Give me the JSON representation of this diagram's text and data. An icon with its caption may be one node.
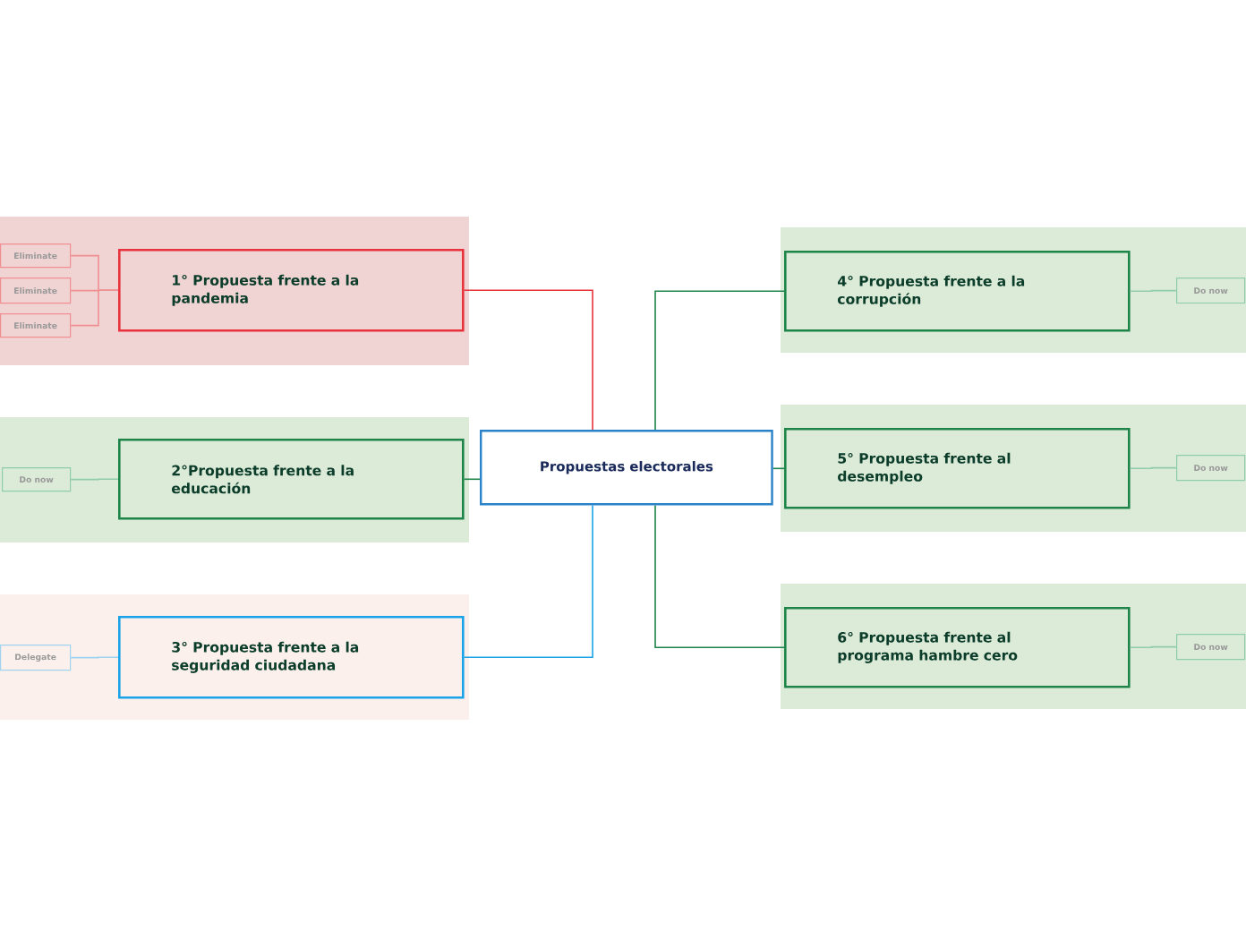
{
  "diagram": {
    "nodes": [
      {
        "text": [
          "Propuestas electorales"
        ]
      },
      {
        "text": [
          "1° Propuesta frente a la pandemia"
        ]
      },
      {
        "text": [
          "2°Propuesta frente a la educación"
        ]
      },
      {
        "text": [
          "3° Propuesta frente a la seguridad ciudadana"
        ]
      },
      {
        "text": [
          "4° Propuesta frente a la corrupción"
        ]
      },
      {
        "text": [
          "5° Propuesta frente al desempleo"
        ]
      },
      {
        "text": [
          "6° Propuesta frente al programa hambre cero"
        ]
      },
      {
        "text": [
          "Eliminate"
        ]
      },
      {
        "text": [
          "Eliminate"
        ]
      },
      {
        "text": [
          "Eliminate"
        ]
      },
      {
        "text": [
          "Do now"
        ]
      },
      {
        "text": [
          "Delegate"
        ]
      },
      {
        "text": [
          "Do now"
        ]
      },
      {
        "text": [
          "Do now"
        ]
      },
      {
        "text": [
          "Do now"
        ]
      }
    ],
    "edges": [
      {
        "from": 0,
        "to": 1,
        "arrow": "none",
        "color": "#e8333c"
      },
      {
        "from": 0,
        "to": 2,
        "arrow": "none",
        "color": "#1e8449"
      },
      {
        "from": 0,
        "to": 3,
        "arrow": "none",
        "color": "#1aa3e8"
      },
      {
        "from": 0,
        "to": 4,
        "arrow": "none",
        "color": "#1e8449"
      },
      {
        "from": 0,
        "to": 5,
        "arrow": "none",
        "color": "#1e8449"
      },
      {
        "from": 0,
        "to": 6,
        "arrow": "none",
        "color": "#1e8449"
      },
      {
        "from": 1,
        "to": 7,
        "arrow": "none",
        "color": "#f08f92"
      },
      {
        "from": 1,
        "to": 8,
        "arrow": "none",
        "color": "#f08f92"
      },
      {
        "from": 1,
        "to": 9,
        "arrow": "none",
        "color": "#f08f92"
      },
      {
        "from": 2,
        "to": 10,
        "arrow": "none",
        "color": "#8fcca8"
      },
      {
        "from": 3,
        "to": 11,
        "arrow": "none",
        "color": "#9fd3ef"
      },
      {
        "from": 4,
        "to": 12,
        "arrow": "none",
        "color": "#8fcca8"
      },
      {
        "from": 5,
        "to": 13,
        "arrow": "none",
        "color": "#8fcca8"
      },
      {
        "from": 6,
        "to": 14,
        "arrow": "none",
        "color": "#8fcca8"
      }
    ]
  }
}
